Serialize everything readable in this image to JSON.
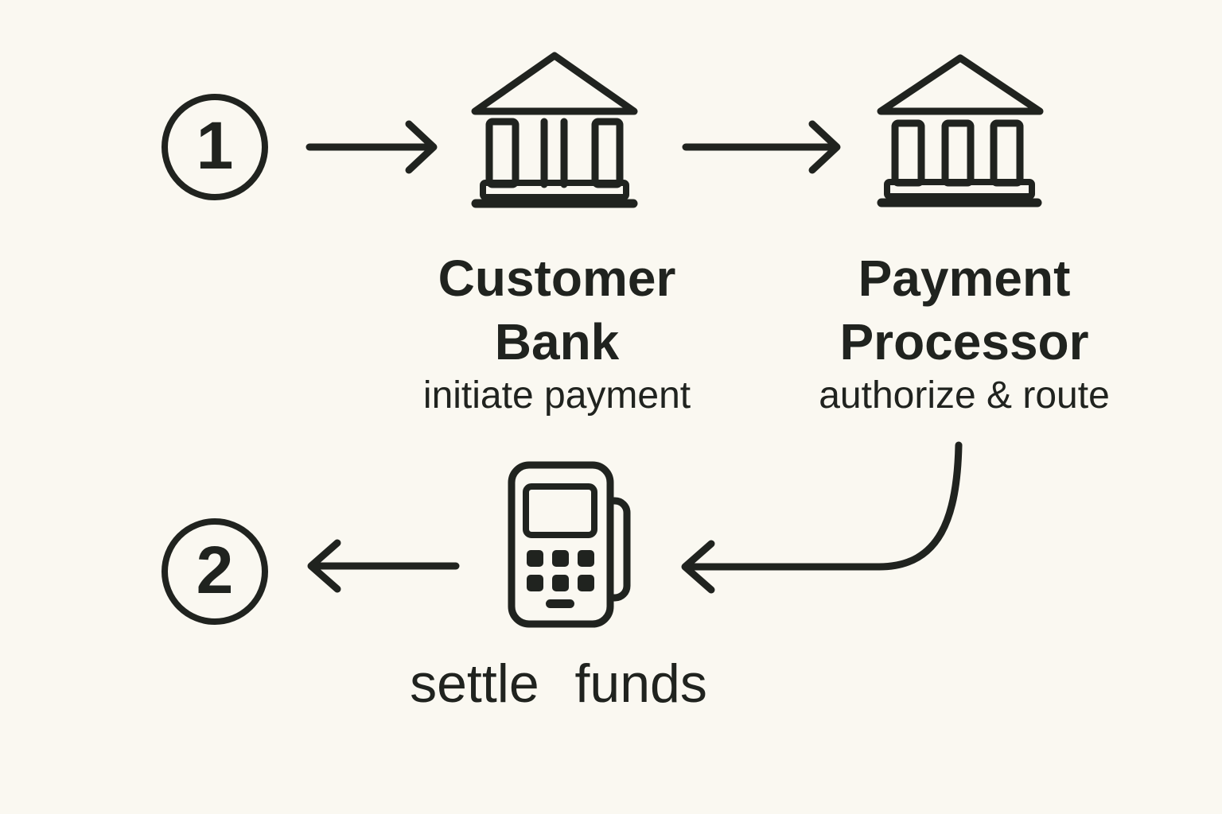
{
  "page": {
    "background": "#FAF8F1",
    "ink": "#20231F"
  },
  "steps": {
    "one": "1",
    "two": "2"
  },
  "customer_bank": {
    "title_line1": "Customer",
    "title_line2": "Bank",
    "subtitle": "initiate payment",
    "icon": "bank-icon"
  },
  "payment_processor": {
    "title_line1": "Payment",
    "title_line2": "Processor",
    "subtitle": "authorize & route",
    "icon": "bank-icon"
  },
  "terminal": {
    "caption": "settle funds",
    "icon": "card-terminal-icon"
  },
  "connectors": [
    "arrow-right-icon",
    "arrow-right-icon",
    "curved-arrow-down-left-icon",
    "arrow-left-icon"
  ]
}
